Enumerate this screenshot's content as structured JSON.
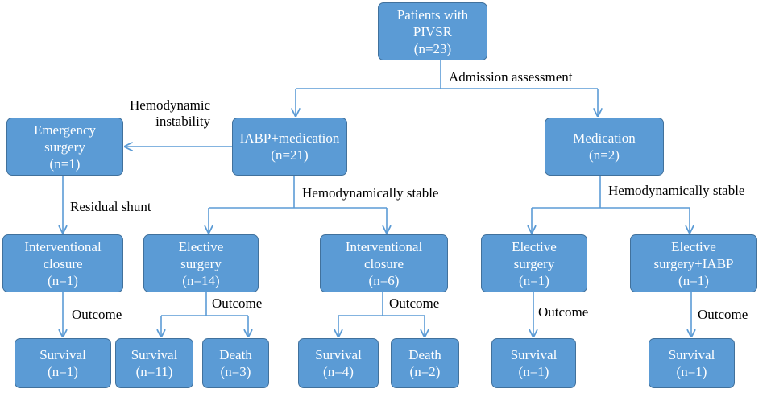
{
  "nodes": {
    "root": [
      "Patients with",
      "PIVSR",
      "(n=23)"
    ],
    "iabp": [
      "IABP+medication",
      "(n=21)"
    ],
    "medication": [
      "Medication",
      "(n=2)"
    ],
    "emergency": [
      "Emergency",
      "surgery",
      "(n=1)"
    ],
    "ic1": [
      "Interventional",
      "closure",
      "(n=1)"
    ],
    "es14": [
      "Elective",
      "surgery",
      "(n=14)"
    ],
    "ic6": [
      "Interventional",
      "closure",
      "(n=6)"
    ],
    "es1": [
      "Elective",
      "surgery",
      "(n=1)"
    ],
    "esiabp": [
      "Elective",
      "surgery+IABP",
      "(n=1)"
    ],
    "surv_ic1": [
      "Survival",
      "(n=1)"
    ],
    "surv11": [
      "Survival",
      "(n=11)"
    ],
    "death3": [
      "Death",
      "(n=3)"
    ],
    "surv4": [
      "Survival",
      "(n=4)"
    ],
    "death2": [
      "Death",
      "(n=2)"
    ],
    "surv_es1": [
      "Survival",
      "(n=1)"
    ],
    "surv_esiabp": [
      "Survival",
      "(n=1)"
    ]
  },
  "labels": {
    "admission": [
      "Admission assessment"
    ],
    "hemo_instability": [
      "Hemodynamic",
      "instability"
    ],
    "residual_shunt": [
      "Residual shunt"
    ],
    "stable_left": [
      "Hemodynamically stable"
    ],
    "stable_right": [
      "Hemodynamically stable"
    ],
    "outcome_ic1": [
      "Outcome"
    ],
    "outcome_es14": [
      "Outcome"
    ],
    "outcome_ic6": [
      "Outcome"
    ],
    "outcome_es1": [
      "Outcome"
    ],
    "outcome_esiabp": [
      "Outcome"
    ]
  },
  "colors": {
    "box_fill": "#5b9bd5",
    "box_border": "#41719c",
    "arrow": "#5b9bd5",
    "text": "#000000"
  }
}
